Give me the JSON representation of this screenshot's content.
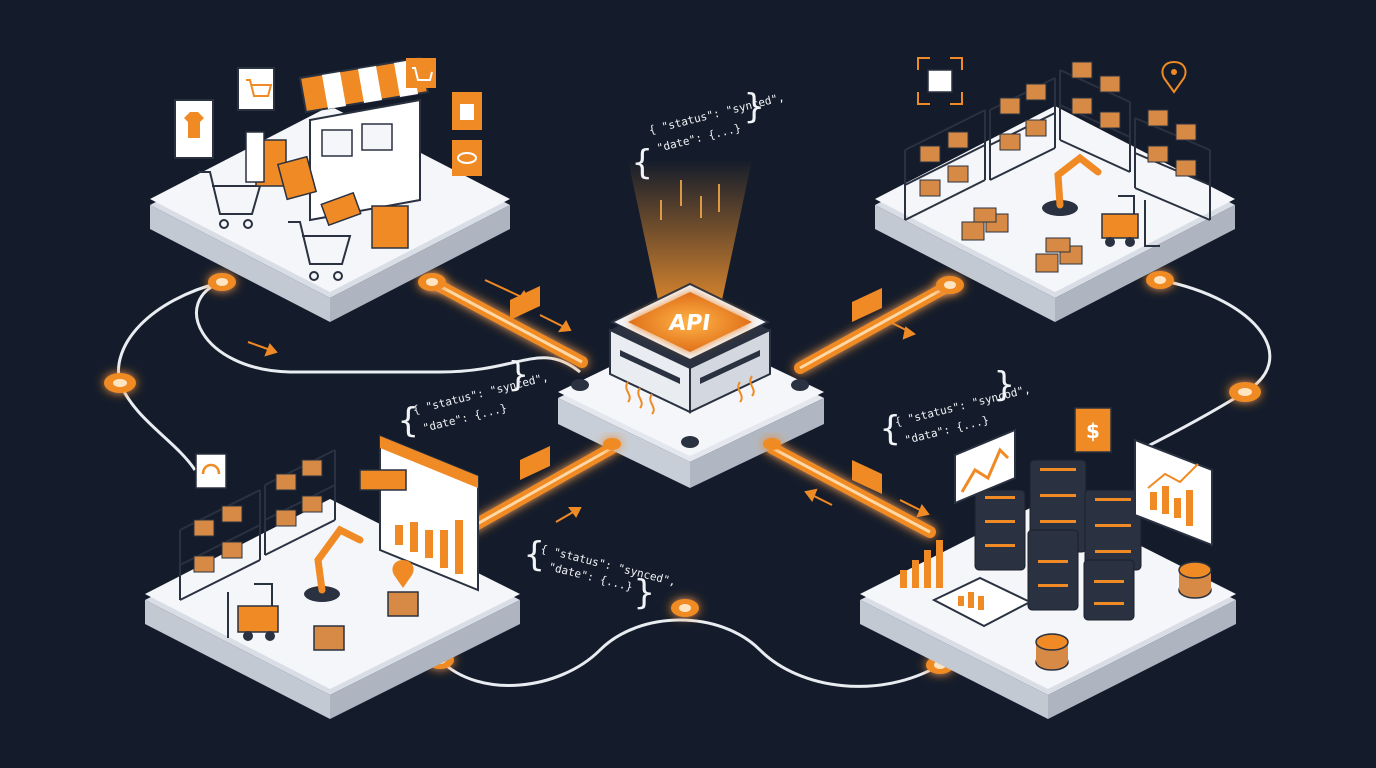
{
  "hub": {
    "label": "API"
  },
  "snippets": [
    {
      "line1": "{ \"status\": \"synced\",",
      "line2": "\"date\": {...}"
    },
    {
      "line1": "{ \"status\": \"synced\",",
      "line2": "\"date\": {...}"
    },
    {
      "line1": "{ \"status\": \"syncod\",",
      "line2": "\"data\": {...}"
    },
    {
      "line1": "{ \"status\": \"synced\",",
      "line2": "\"date\": {...}"
    }
  ],
  "nodes": {
    "storefront": {
      "icon": "shopping-cart-icon"
    },
    "warehouse": {
      "icon": "warehouse-shelves-icon"
    },
    "logistics": {
      "icon": "forklift-icon"
    },
    "finance": {
      "icon": "dollar-icon",
      "currency_symbol": "$"
    }
  },
  "colors": {
    "background": "#141c2b",
    "accent": "#f08a24",
    "platform": "#f4f6f9",
    "dark": "#2a3140"
  }
}
